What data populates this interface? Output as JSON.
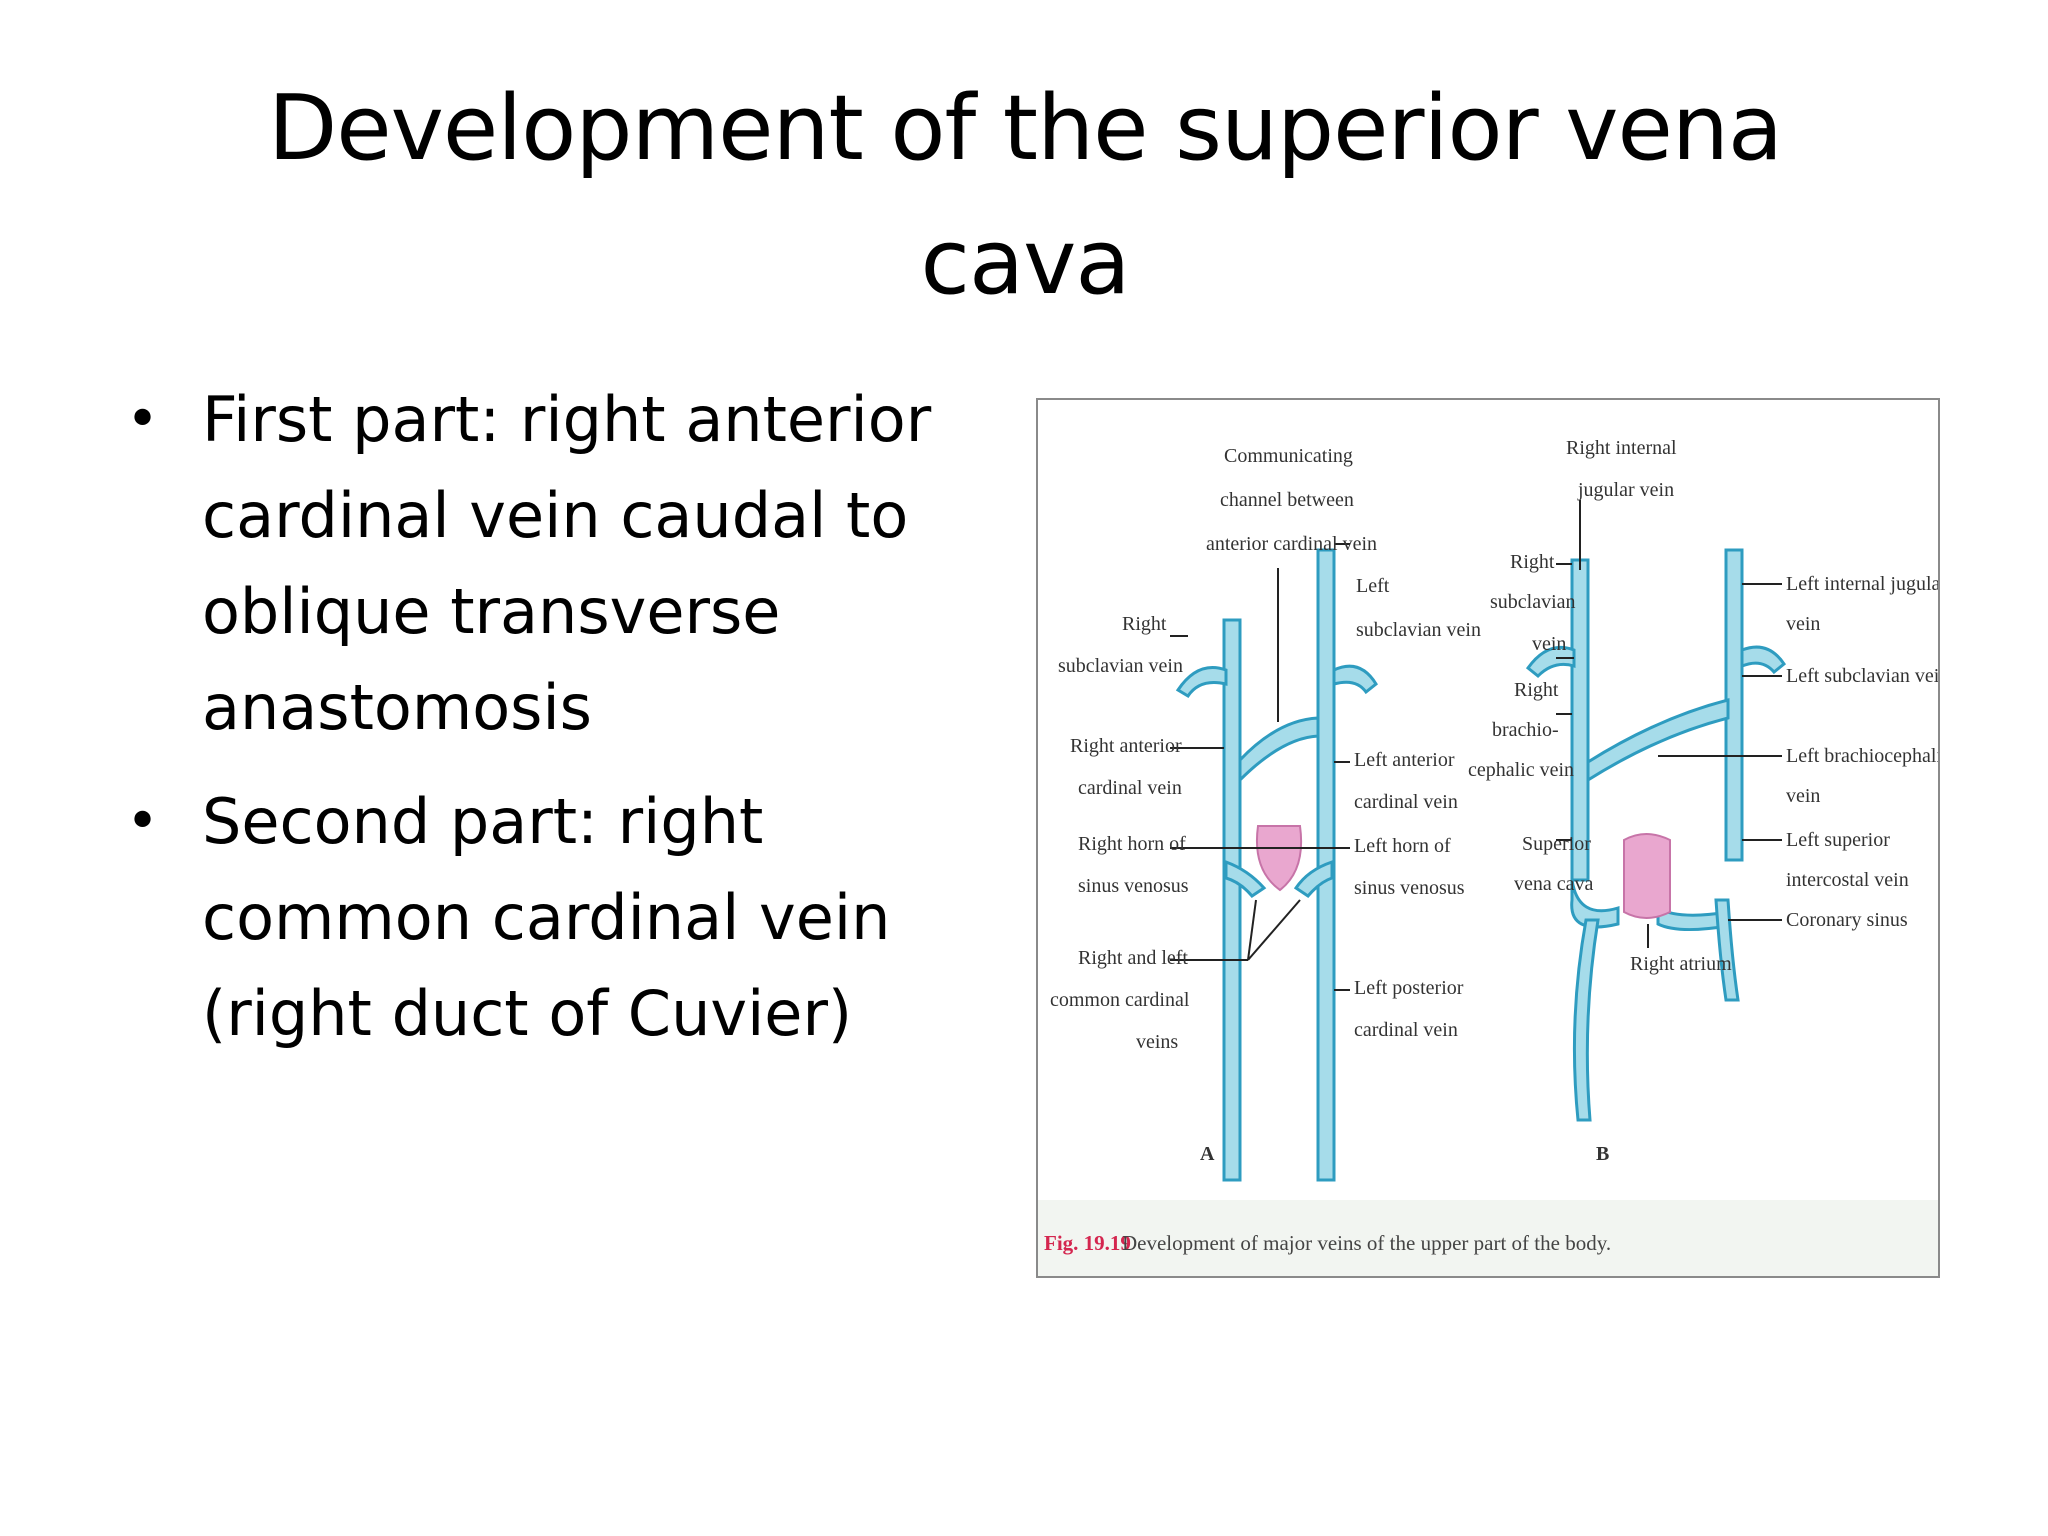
{
  "slide": {
    "title": "Development of the superior vena cava",
    "bullets": [
      "First part: right anterior cardinal vein caudal to oblique transverse anastomosis",
      "Second part: right common cardinal vein (right duct of Cuvier)"
    ]
  },
  "figure": {
    "panel_a": {
      "letter": "A",
      "labels": {
        "communicating_1": "Communicating",
        "communicating_2": "channel between",
        "communicating_3": "anterior cardinal vein",
        "right_subclavian_1": "Right",
        "right_subclavian_2": "subclavian vein",
        "left_subclavian_1": "Left",
        "left_subclavian_2": "subclavian vein",
        "right_anterior_1": "Right anterior",
        "right_anterior_2": "cardinal vein",
        "left_anterior_1": "Left anterior",
        "left_anterior_2": "cardinal vein",
        "right_horn_1": "Right horn of",
        "right_horn_2": "sinus venosus",
        "left_horn_1": "Left horn of",
        "left_horn_2": "sinus venosus",
        "common_cardinal_1": "Right and left",
        "common_cardinal_2": "common cardinal",
        "common_cardinal_3": "veins",
        "left_posterior_1": "Left posterior",
        "left_posterior_2": "cardinal vein"
      }
    },
    "panel_b": {
      "letter": "B",
      "labels": {
        "right_internal_1": "Right internal",
        "right_internal_2": "jugular vein",
        "right_subclavian_1": "Right",
        "right_subclavian_2": "subclavian",
        "right_subclavian_3": "vein",
        "right_brachio_1": "Right",
        "right_brachio_2": "brachio-",
        "right_brachio_3": "cephalic vein",
        "svc_1": "Superior",
        "svc_2": "vena cava",
        "right_atrium": "Right atrium",
        "left_internal_1": "Left internal jugular",
        "left_internal_2": "vein",
        "left_subclavian": "Left subclavian vein",
        "left_brachio_1": "Left brachiocephalic",
        "left_brachio_2": "vein",
        "left_superior_1": "Left superior",
        "left_superior_2": "intercostal vein",
        "coronary_sinus": "Coronary sinus"
      }
    },
    "caption_fig": "Fig. 19.19",
    "caption_text": "Development of major veins of the upper part of the body.",
    "colors": {
      "vein_fill": "#a6dcea",
      "vein_stroke": "#2e9cc0",
      "sinus_fill": "#e9a7cf",
      "caption_band": "#f2f5f1",
      "caption_fig": "#d4264f"
    }
  }
}
